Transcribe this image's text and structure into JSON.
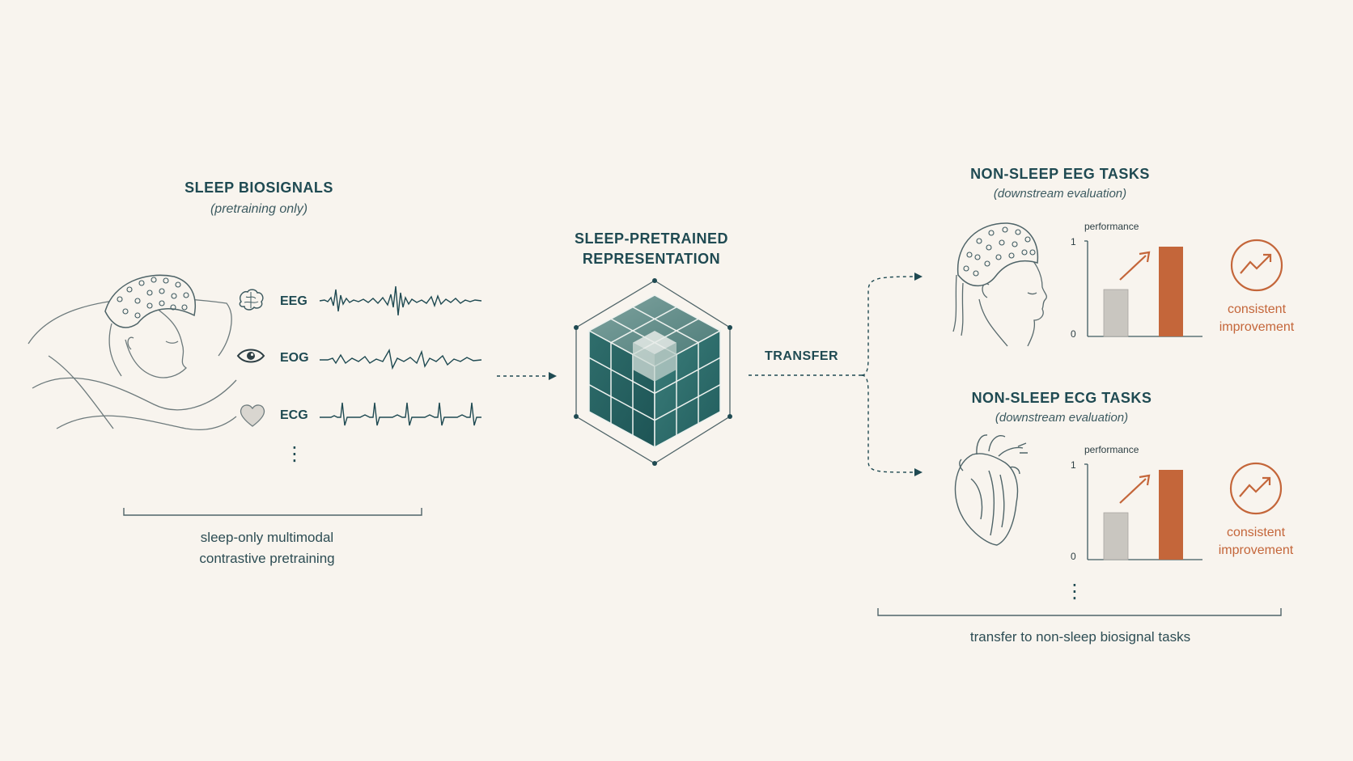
{
  "left": {
    "title": "SLEEP BIOSIGNALS",
    "subtitle": "(pretraining only)",
    "modalities": [
      {
        "label": "EEG",
        "icon": "brain-icon"
      },
      {
        "label": "EOG",
        "icon": "eye-icon"
      },
      {
        "label": "ECG",
        "icon": "heart-icon"
      }
    ],
    "more": "⋮",
    "bracket_label": [
      "sleep-only multimodal",
      "contrastive pretraining"
    ]
  },
  "center": {
    "title_lines": [
      "SLEEP-PRETRAINED",
      "REPRESENTATION"
    ],
    "transfer_label": "TRANSFER"
  },
  "right": {
    "tasks": [
      {
        "title": "NON-SLEEP EEG TASKS",
        "subtitle": "(downstream evaluation)",
        "axis_title": "performance",
        "y_top": "1",
        "y_bottom": "0",
        "result_lines": [
          "consistent",
          "improvement"
        ]
      },
      {
        "title": "NON-SLEEP ECG TASKS",
        "subtitle": "(downstream evaluation)",
        "axis_title": "performance",
        "y_top": "1",
        "y_bottom": "0",
        "result_lines": [
          "consistent",
          "improvement"
        ]
      }
    ],
    "more": "⋮",
    "bracket_label": "transfer to non-sleep biosignal tasks"
  },
  "colors": {
    "background": "#f8f4ee",
    "teal": "#1f4a52",
    "orange": "#c4663a",
    "gray_bar": "#c9c6c0"
  }
}
